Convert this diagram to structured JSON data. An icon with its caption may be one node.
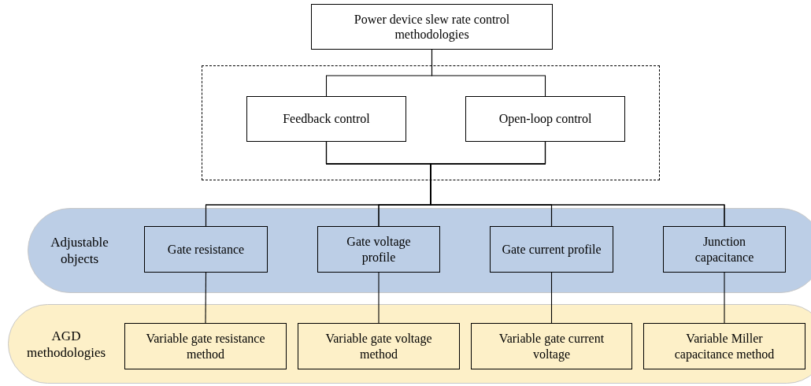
{
  "diagram": {
    "nodes": [
      {
        "text": [
          "Power device slew rate control methodologies"
        ]
      },
      {
        "text": [],
        "shape": "box"
      },
      {
        "text": [
          "Feedback control"
        ],
        "in": 1
      },
      {
        "text": [
          "Open-loop control"
        ],
        "in": 1
      },
      {
        "text": [
          "Adjustable objects"
        ]
      },
      {
        "text": [
          "Gate resistance"
        ],
        "in": 4
      },
      {
        "text": [
          "Gate voltage profile"
        ],
        "in": 4
      },
      {
        "text": [
          "Gate current profile"
        ],
        "in": 4
      },
      {
        "text": [
          "Junction capacitance"
        ],
        "in": 4
      },
      {
        "text": [
          "AGD methodologies"
        ]
      },
      {
        "text": [
          "Variable gate resistance method"
        ],
        "in": 9
      },
      {
        "text": [
          "Variable gate voltage method"
        ],
        "in": 9
      },
      {
        "text": [
          "Variable gate current voltage"
        ],
        "in": 9
      },
      {
        "text": [
          "Variable Miller capacitance method"
        ],
        "in": 9
      }
    ],
    "edges": [
      {
        "from": 0,
        "to": 2,
        "arrow": "none"
      },
      {
        "from": 0,
        "to": 3,
        "arrow": "none"
      },
      {
        "from": 2,
        "to": 5,
        "arrow": "none"
      },
      {
        "from": 2,
        "to": 6,
        "arrow": "none"
      },
      {
        "from": 2,
        "to": 7,
        "arrow": "none"
      },
      {
        "from": 2,
        "to": 8,
        "arrow": "none"
      },
      {
        "from": 3,
        "to": 5,
        "arrow": "none"
      },
      {
        "from": 3,
        "to": 6,
        "arrow": "none"
      },
      {
        "from": 3,
        "to": 7,
        "arrow": "none"
      },
      {
        "from": 3,
        "to": 8,
        "arrow": "none"
      },
      {
        "from": 5,
        "to": 10,
        "arrow": "none"
      },
      {
        "from": 6,
        "to": 11,
        "arrow": "none"
      },
      {
        "from": 7,
        "to": 12,
        "arrow": "none"
      },
      {
        "from": 8,
        "to": 13,
        "arrow": "none"
      }
    ]
  }
}
